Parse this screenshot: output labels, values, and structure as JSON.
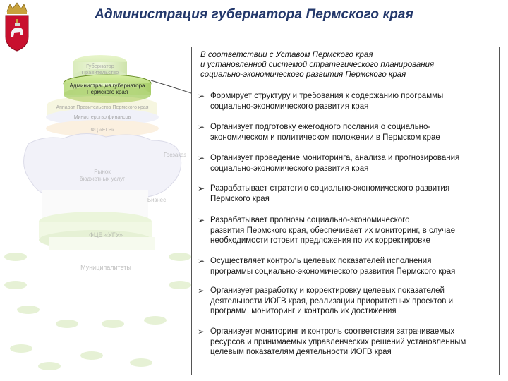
{
  "header": {
    "title": "Администрация губернатора Пермского края"
  },
  "diagram": {
    "labels": [
      "Губернатор",
      "Правительство",
      "Администрация губернатора",
      "Пермского края",
      "Аппарат Правительства Пермского края",
      "Министерство финансов",
      "ФЦ «ЕГР»",
      "Госзаказ",
      "Рынок",
      "бюджетных услуг",
      "Бизнес",
      "ФЦЕ «УГУ»",
      "Муниципалитеты"
    ]
  },
  "panel": {
    "intro_lines": [
      "В соответствии с Уставом Пермского края",
      "и установленной системой стратегического планирования",
      "социально-экономического развития Пермского края"
    ],
    "items": [
      {
        "lines": [
          "Формирует структуру и требования к содержанию программы",
          "социально-экономического развития края"
        ]
      },
      {
        "lines": [
          "Организует подготовку ежегодного послания о социально-",
          "экономическом и политическом положении в Пермском крае"
        ]
      },
      {
        "lines": [
          "Организует проведение мониторинга, анализа и прогнозирования",
          "социально-экономического развития края"
        ]
      },
      {
        "lines": [
          "Разрабатывает стратегию социально-экономического развития",
          "Пермского края"
        ]
      },
      {
        "lines": [
          "Разрабатывает прогнозы социально-экономического",
          "развития Пермского края, обеспечивает их мониторинг, в случае",
          "необходимости готовит предложения по их корректировке"
        ]
      },
      {
        "lines": [
          "Осуществляет контроль целевых показателей исполнения",
          "программы социально-экономического развития Пермского края"
        ]
      },
      {
        "lines": [
          "Организует разработку и корректировку целевых показателей",
          "деятельности ИОГВ края, реализации приоритетных проектов и",
          "программ, мониторинг и контроль их достижения"
        ]
      },
      {
        "lines": [
          "Организует мониторинг и контроль соответствия затрачиваемых",
          "ресурсов и принимаемых управленческих решений установленным",
          "целевым показателям деятельности ИОГВ края"
        ]
      }
    ]
  }
}
